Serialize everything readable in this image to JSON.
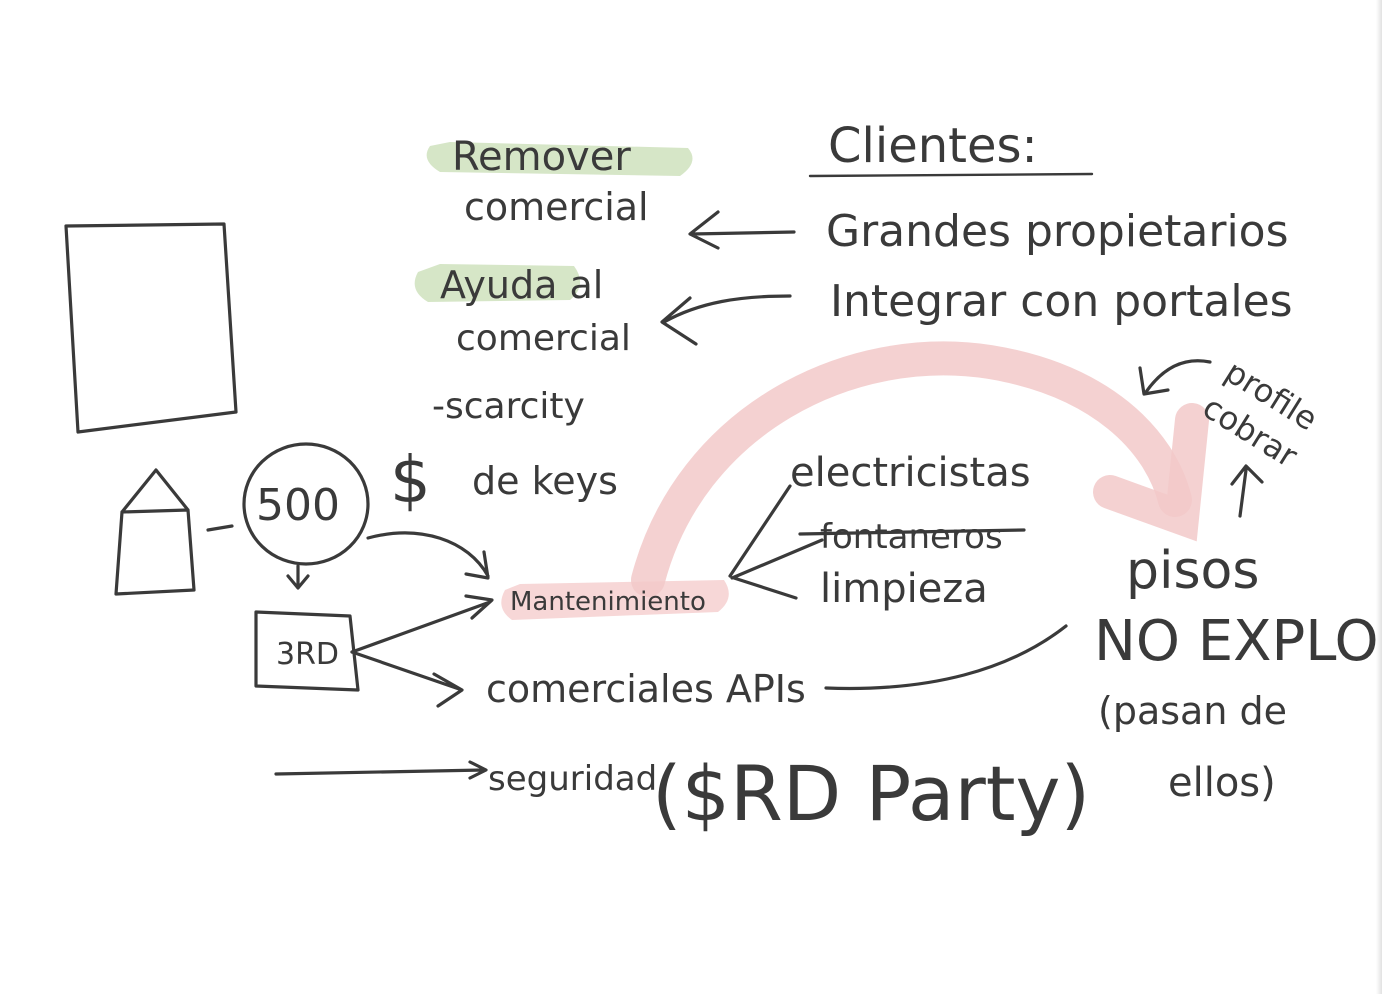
{
  "notes": {
    "clientes": "Clientes:",
    "grandes_propietarios": "Grandes propietarios",
    "integrar_portales": "Integrar con portales",
    "remover_line1": "Remover",
    "remover_line2": "comercial",
    "ayuda_line1": "Ayuda al",
    "ayuda_line2": "comercial",
    "scarcity_line1": "-scarcity",
    "scarcity_line2": "de keys",
    "dollar": "$",
    "box_500": "500",
    "box_3rd": "3RD",
    "mantenimiento": "Mantenimiento",
    "electricistas": "electricistas",
    "fontaneros": "fontaneros",
    "limpieza": "limpieza",
    "comerciales_apis": "comerciales APIs",
    "seguridad": "seguridad",
    "third_party": "($RD Party)",
    "pisos_line1": "pisos",
    "pisos_line2": "NO EXPLOT",
    "pisos_line3": "(pasan de",
    "pisos_line4": "ellos)",
    "profile_line1": "profile",
    "profile_line2": "cobrar"
  },
  "colors": {
    "ink": "#3a3a3a",
    "highlight_green": "#c8deb4",
    "highlight_red": "#f3c6c6"
  }
}
